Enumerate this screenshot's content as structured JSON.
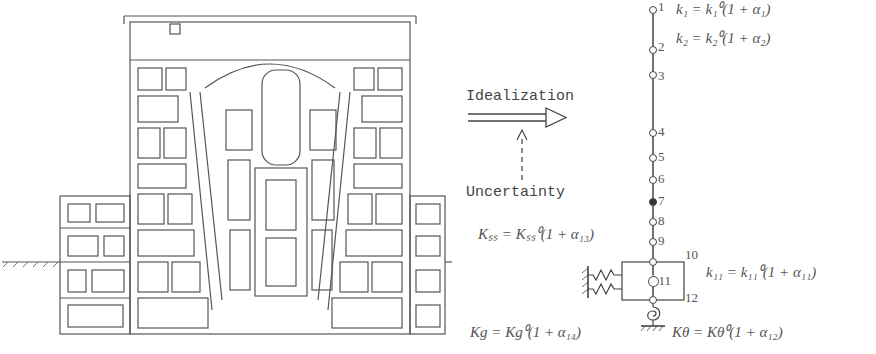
{
  "diagram": {
    "nodes": [
      {
        "text": [
          "1"
        ]
      },
      {
        "text": [
          "2"
        ]
      },
      {
        "text": [
          "3"
        ]
      },
      {
        "text": [
          "4"
        ]
      },
      {
        "text": [
          "5"
        ]
      },
      {
        "text": [
          "6"
        ]
      },
      {
        "text": [
          "7"
        ]
      },
      {
        "text": [
          "8"
        ]
      },
      {
        "text": [
          "9"
        ]
      },
      {
        "text": [
          "10"
        ]
      },
      {
        "text": [
          "11"
        ]
      },
      {
        "text": [
          "12"
        ]
      }
    ],
    "edges": [
      {
        "from": 0,
        "to": 1,
        "arrow": "none"
      },
      {
        "from": 1,
        "to": 2,
        "arrow": "none"
      },
      {
        "from": 2,
        "to": 3,
        "arrow": "none"
      },
      {
        "from": 3,
        "to": 4,
        "arrow": "none"
      },
      {
        "from": 4,
        "to": 5,
        "arrow": "none"
      },
      {
        "from": 5,
        "to": 6,
        "arrow": "none"
      },
      {
        "from": 6,
        "to": 7,
        "arrow": "none"
      },
      {
        "from": 7,
        "to": 8,
        "arrow": "none"
      },
      {
        "from": 8,
        "to": 9,
        "arrow": "none"
      },
      {
        "from": 9,
        "to": 10,
        "arrow": "none"
      },
      {
        "from": 10,
        "to": 11,
        "arrow": "none"
      }
    ],
    "labels": [
      "Idealization",
      "Uncertainty",
      "k₁ = k₁⁰(1 + α₁)",
      "k₂ = k₂⁰(1 + α₂)",
      "Kₛₛ = Kₛₛ⁰(1 + α₁₃)",
      "k₁₁ = k₁₁⁰(1 + α₁₁)",
      "Kg = Kg⁰(1 + α₁₄)",
      "Kθ = Kθ⁰(1 + α₁₂)"
    ]
  }
}
